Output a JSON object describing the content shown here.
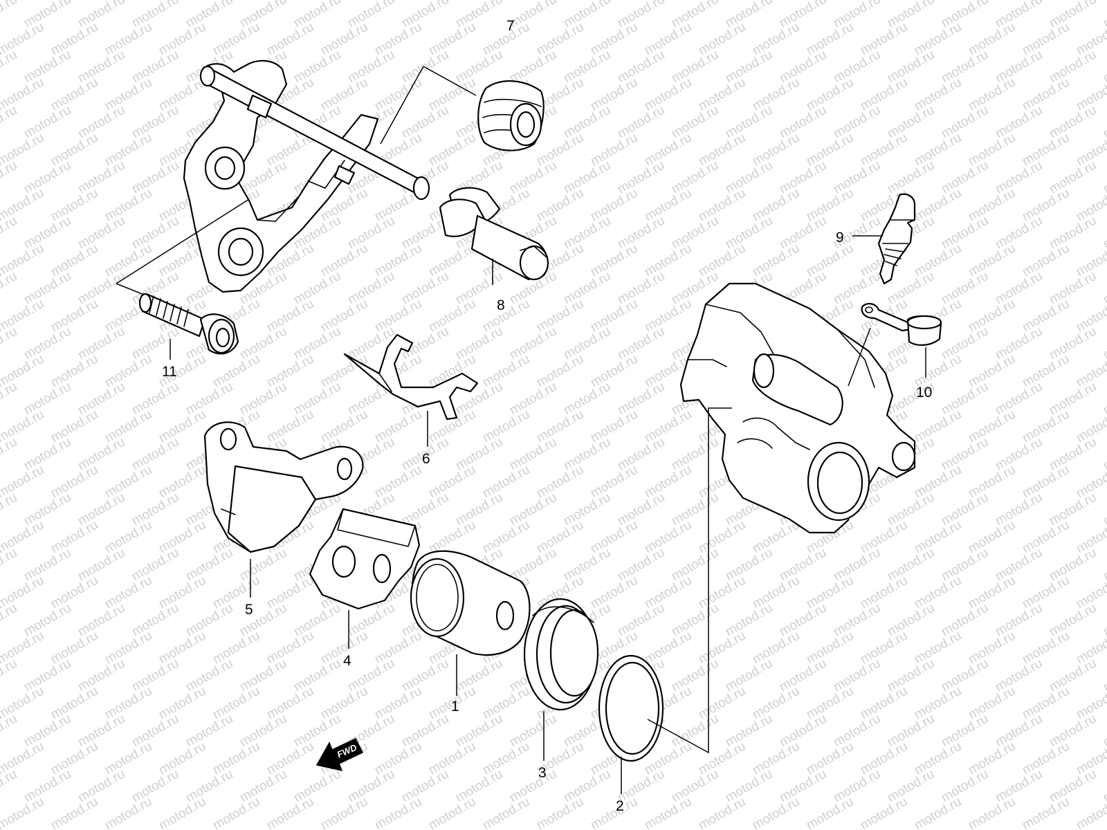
{
  "watermark": {
    "text": "motod.ru",
    "color": "#cfcfcf"
  },
  "fwd_label": "FWD",
  "callouts": [
    {
      "id": "1",
      "label": "1"
    },
    {
      "id": "2",
      "label": "2"
    },
    {
      "id": "3",
      "label": "3"
    },
    {
      "id": "4",
      "label": "4"
    },
    {
      "id": "5",
      "label": "5"
    },
    {
      "id": "6",
      "label": "6"
    },
    {
      "id": "7",
      "label": "7"
    },
    {
      "id": "8",
      "label": "8"
    },
    {
      "id": "9",
      "label": "9"
    },
    {
      "id": "10",
      "label": "10"
    },
    {
      "id": "11",
      "label": "11"
    }
  ]
}
